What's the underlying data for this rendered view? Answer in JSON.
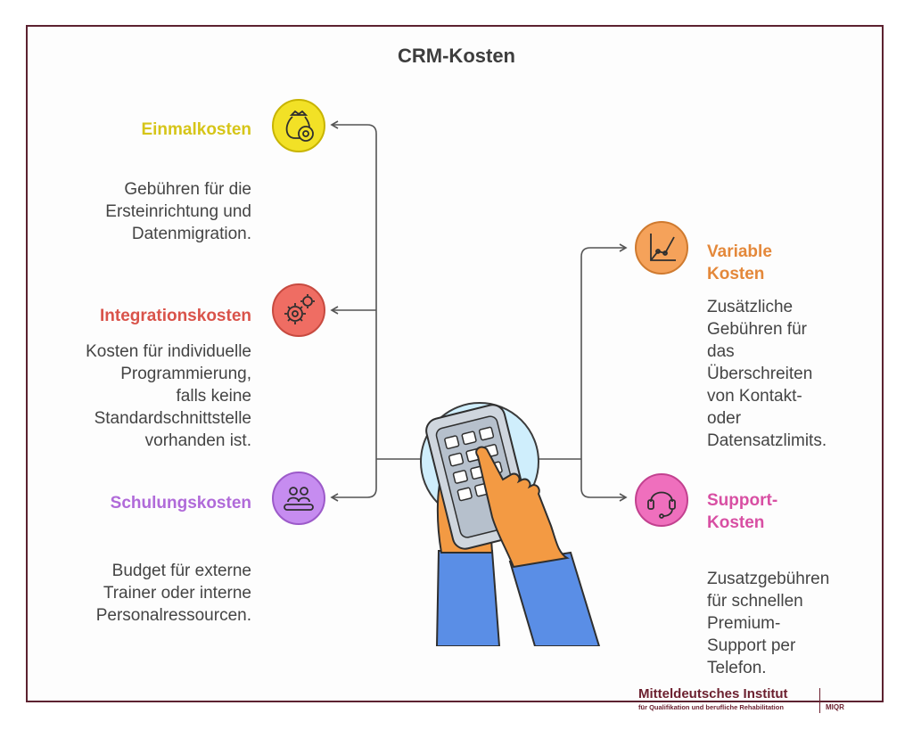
{
  "diagram": {
    "title": "CRM-Kosten",
    "items": [
      {
        "heading_lines": [
          "Einmalkosten"
        ],
        "desc_lines": [
          "Gebühren für die",
          "Ersteinrichtung und",
          "Datenmigration."
        ],
        "icon": "money-bag-icon",
        "color": "#f2e126",
        "text_color": "#d6c518"
      },
      {
        "heading_lines": [
          "Integrationskosten"
        ],
        "desc_lines": [
          "Kosten für individuelle",
          "Programmierung,",
          "falls keine",
          "Standardschnittstelle",
          "vorhanden ist."
        ],
        "icon": "gears-icon",
        "color": "#ef6d63",
        "text_color": "#d9534a"
      },
      {
        "heading_lines": [
          "Schulungskosten"
        ],
        "desc_lines": [
          "Budget für externe",
          "Trainer oder interne",
          "Personalressourcen."
        ],
        "icon": "training-group-icon",
        "color": "#c68cf0",
        "text_color": "#b06ad9"
      },
      {
        "heading_lines": [
          "Variable",
          "Kosten"
        ],
        "desc_lines": [
          "Zusätzliche",
          "Gebühren für",
          "das",
          "Überschreiten",
          "von Kontakt-",
          "oder",
          "Datensatzlimits."
        ],
        "icon": "rising-graph-icon",
        "color": "#f5a25a",
        "text_color": "#e4883a"
      },
      {
        "heading_lines": [
          "Support-",
          "Kosten"
        ],
        "desc_lines": [
          "Zusatzgebühren",
          "für schnellen",
          "Premium-",
          "Support per",
          "Telefon."
        ],
        "icon": "headset-icon",
        "color": "#ef6fbd",
        "text_color": "#d84fa3"
      }
    ],
    "center_icon": "hands-tablet-icon"
  },
  "logo": {
    "name": "Mitteldeutsches Institut",
    "subline": "für Qualifikation und berufliche Rehabilitation",
    "abbr": "MIQR"
  },
  "colors": {
    "frame": "#5c2230",
    "connector": "#555555",
    "logo": "#6b1f2e"
  }
}
